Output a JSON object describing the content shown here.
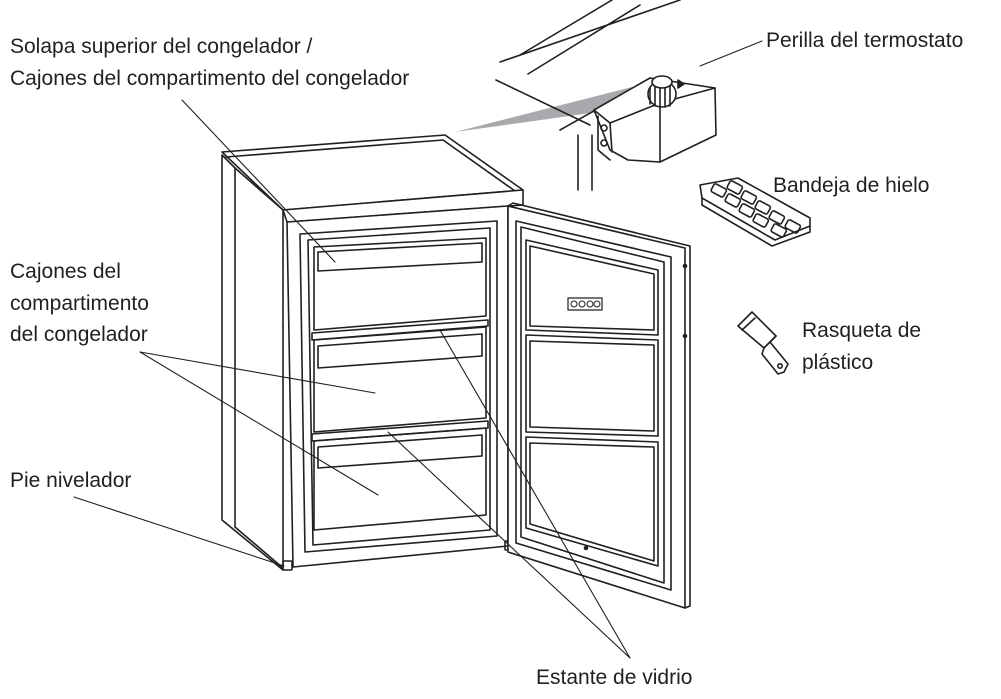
{
  "labels": {
    "freezer_flap_line1": "Solapa superior del congelador /",
    "freezer_flap_line2": "Cajones del compartimento del congelador",
    "thermostat_knob": "Perilla del termostato",
    "ice_tray": "Bandeja de hielo",
    "drawers_line1": "Cajones del",
    "drawers_line2": "compartimento",
    "drawers_line3": "del congelador",
    "scraper_line1": "Rasqueta de",
    "scraper_line2": "plástico",
    "leveling_foot": "Pie nivelador",
    "glass_shelf": "Estante de vidrio"
  },
  "colors": {
    "line": "#231f20",
    "callout_fill": "#a7a9ac",
    "text": "#231f20"
  }
}
